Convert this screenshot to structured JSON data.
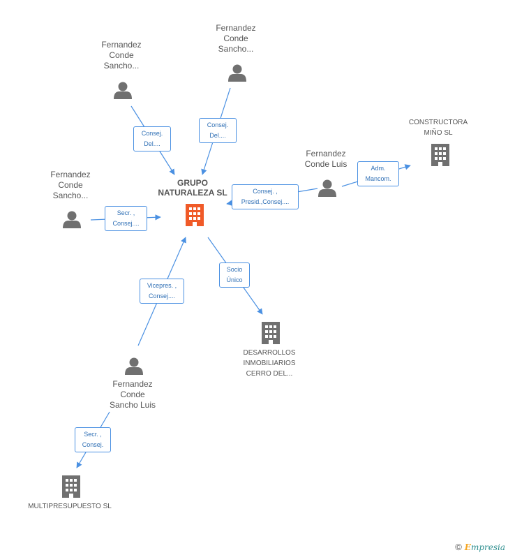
{
  "colors": {
    "edge": "#4a90e2",
    "center": "#f05a28",
    "node": "#707070",
    "text": "#555555"
  },
  "center": {
    "name_line1": "GRUPO",
    "name_line2": "NATURALEZA SL"
  },
  "persons": [
    {
      "lines": [
        "Fernandez",
        "Conde",
        "Sancho..."
      ]
    },
    {
      "lines": [
        "Fernandez",
        "Conde",
        "Sancho..."
      ]
    },
    {
      "lines": [
        "Fernandez",
        "Conde",
        "Sancho..."
      ]
    },
    {
      "lines": [
        "Fernandez",
        "Conde Luis"
      ]
    },
    {
      "lines": [
        "Fernandez",
        "Conde",
        "Sancho Luis"
      ]
    }
  ],
  "companies": [
    {
      "lines": [
        "CONSTRUCTORA",
        "MIÑO SL"
      ]
    },
    {
      "lines": [
        "DESARROLLOS",
        "INMOBILIARIOS",
        "CERRO DEL..."
      ]
    },
    {
      "lines": [
        "MULTIPRESUPUESTO SL"
      ]
    }
  ],
  "edges": [
    {
      "lines": [
        "Consej.",
        "Del...."
      ]
    },
    {
      "lines": [
        "Consej.",
        "Del...."
      ]
    },
    {
      "lines": [
        "Secr. ,",
        "Consej...."
      ]
    },
    {
      "lines": [
        "Consej. ,",
        "Presid.,Consej...."
      ]
    },
    {
      "lines": [
        "Adm.",
        "Mancom."
      ]
    },
    {
      "lines": [
        "Socio",
        "Único"
      ]
    },
    {
      "lines": [
        "Vicepres. ,",
        "Consej...."
      ]
    },
    {
      "lines": [
        "Secr. ,",
        "Consej."
      ]
    }
  ],
  "brand": {
    "copyright": "©",
    "first": "E",
    "rest": "mpresia"
  }
}
